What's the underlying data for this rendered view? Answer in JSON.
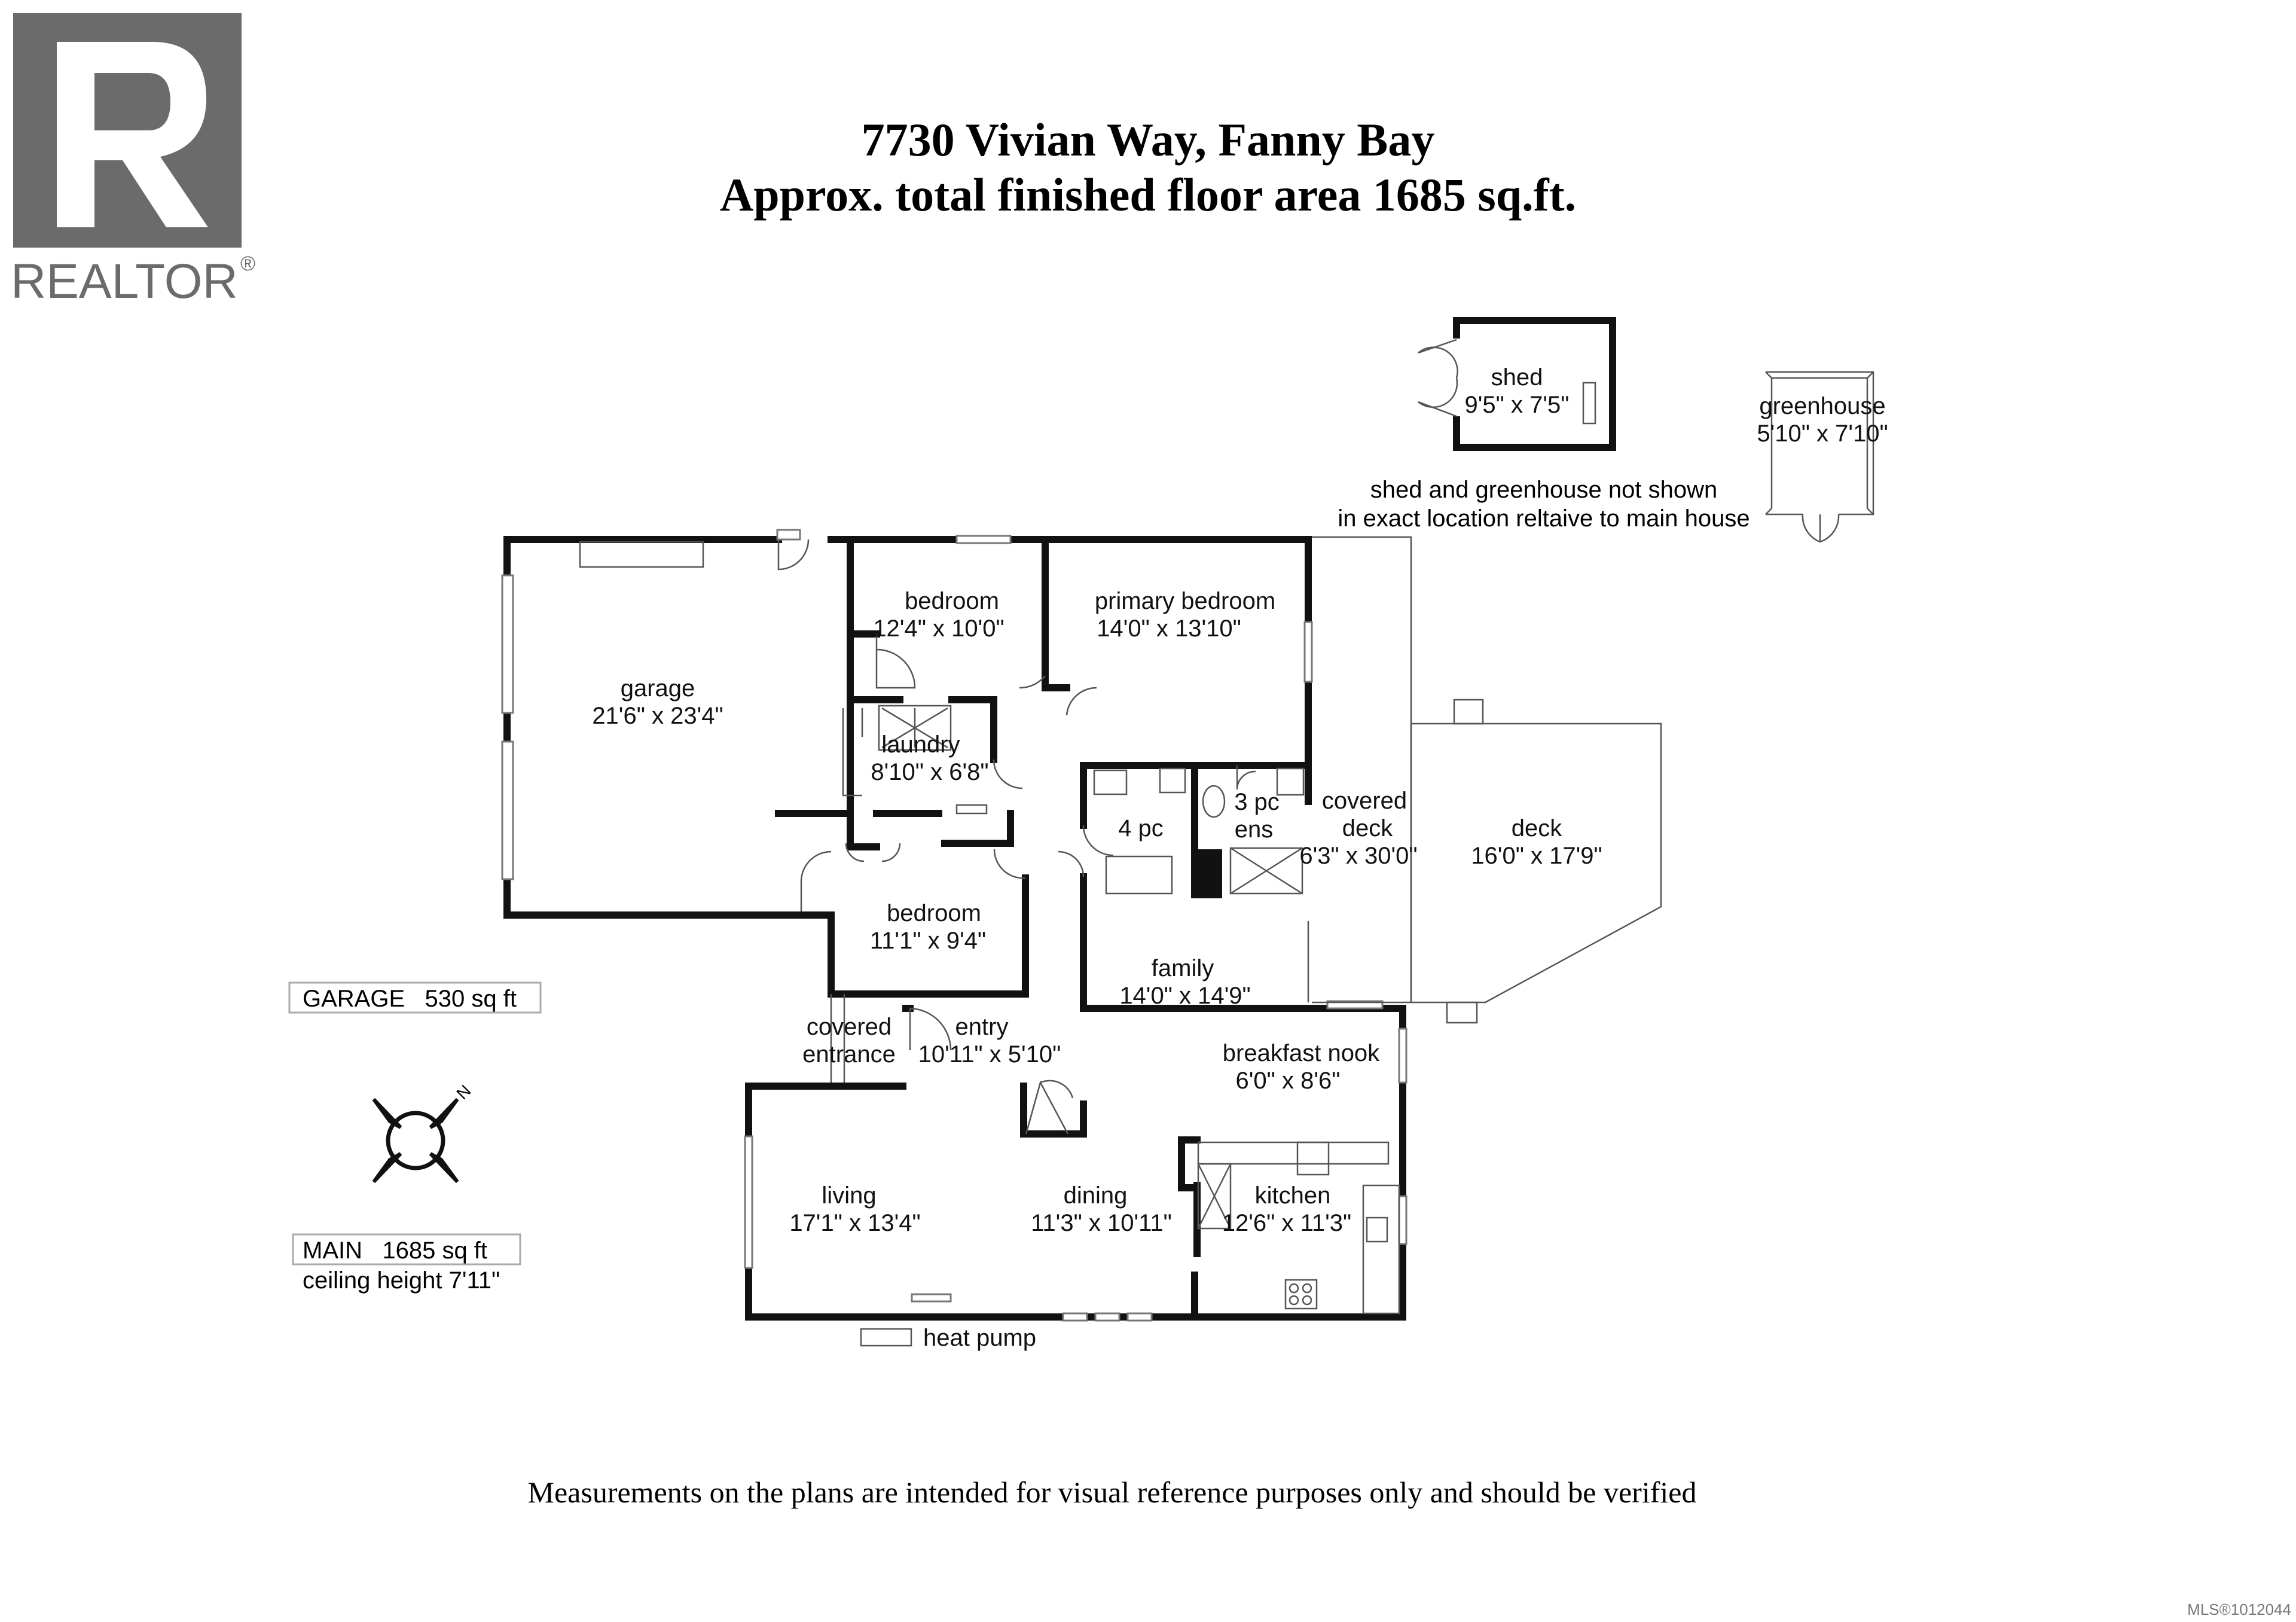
{
  "header": {
    "address": "7730 Vivian Way, Fanny Bay",
    "area_line": "Approx. total finished floor area 1685 sq.ft."
  },
  "logo": {
    "text": "REALTOR",
    "mark": "®"
  },
  "rooms": {
    "shed": {
      "name": "shed",
      "dims": "9'5\" x 7'5\""
    },
    "greenhouse": {
      "name": "greenhouse",
      "dims": "5'10\" x 7'10\""
    },
    "garage": {
      "name": "garage",
      "dims": "21'6\" x 23'4\""
    },
    "bedroom_top": {
      "name": "bedroom",
      "dims": "12'4\" x 10'0\""
    },
    "primary_bedroom": {
      "name": "primary bedroom",
      "dims": "14'0\" x 13'10\""
    },
    "laundry": {
      "name": "laundry",
      "dims": "8'10\" x 6'8\""
    },
    "bath_4pc": {
      "name": "4 pc"
    },
    "ensuite": {
      "name": "3 pc",
      "name2": "ens"
    },
    "covered_deck": {
      "name": "covered",
      "name2": "deck",
      "dims": "6'3\" x 30'0\""
    },
    "deck": {
      "name": "deck",
      "dims": "16'0\" x 17'9\""
    },
    "bedroom_bottom": {
      "name": "bedroom",
      "dims": "11'1\" x 9'4\""
    },
    "family": {
      "name": "family",
      "dims": "14'0\" x 14'9\""
    },
    "covered_entrance": {
      "name": "covered",
      "name2": "entrance"
    },
    "entry": {
      "name": "entry",
      "dims": "10'11\" x 5'10\""
    },
    "breakfast_nook": {
      "name": "breakfast nook",
      "dims": "6'0\" x 8'6\""
    },
    "living": {
      "name": "living",
      "dims": "17'1\" x 13'4\""
    },
    "dining": {
      "name": "dining",
      "dims": "11'3\" x 10'11\""
    },
    "kitchen": {
      "name": "kitchen",
      "dims": "12'6\" x 11'3\""
    }
  },
  "notes": {
    "shed_note_1": "shed and greenhouse not shown",
    "shed_note_2": "in exact location reltaive to main house",
    "garage_area": "GARAGE   530 sq ft",
    "main_area": "MAIN   1685 sq ft",
    "ceiling_height": "ceiling height 7'11\"",
    "heat_pump": "heat pump",
    "compass": "N"
  },
  "footer": {
    "disclaimer": "Measurements on the plans are intended for visual reference purposes only and should be verified",
    "mls": "MLS®1012044"
  }
}
